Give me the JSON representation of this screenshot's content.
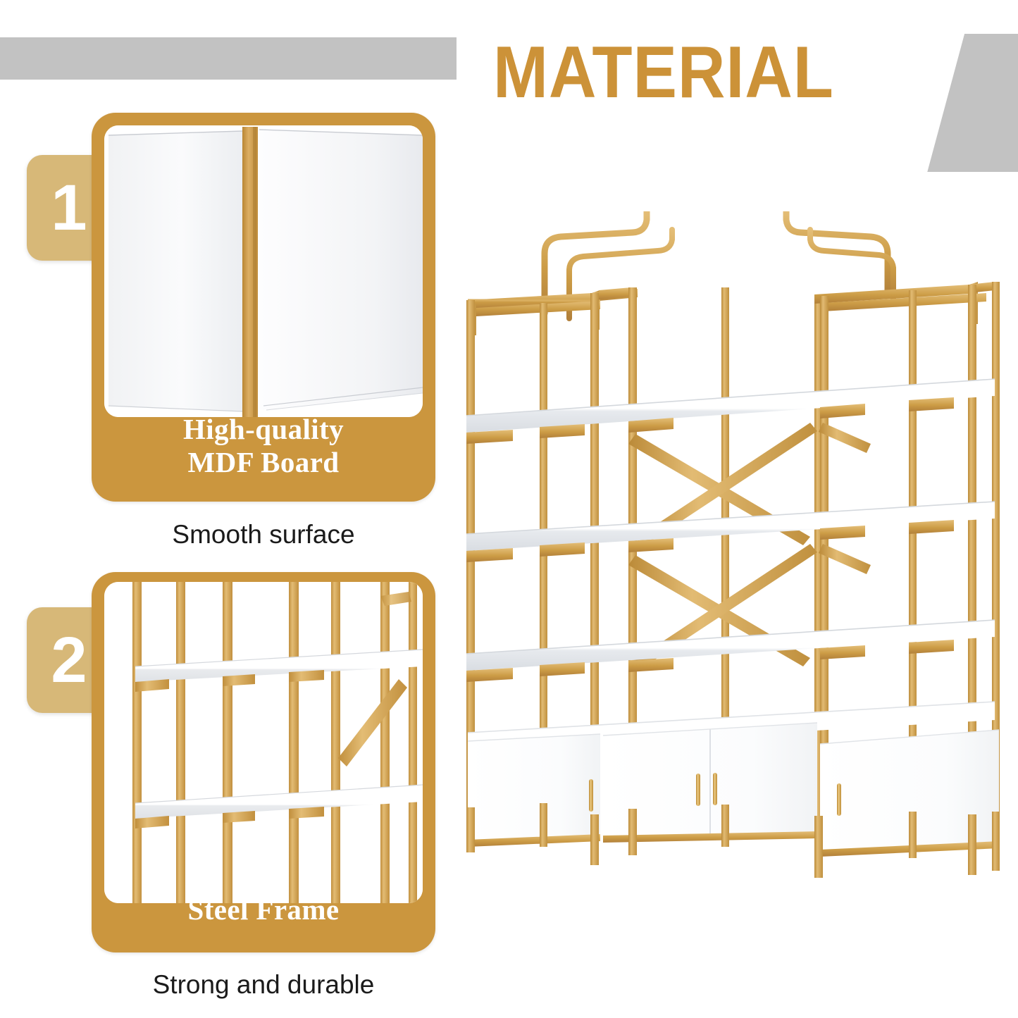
{
  "header": {
    "title": "MATERIAL",
    "accent_color": "#cc9238",
    "gray_color": "#c2c2c2",
    "decor_bar": "gray-bar",
    "decor_wedge": "gray-wedge"
  },
  "palette": {
    "gold": "#cb963e",
    "gold_light": "#d7b878",
    "gold_metal": "#d2a14f",
    "gold_metal_dark": "#b2803a",
    "white_panel": "#fdfdfd",
    "text_dark": "#1b1b1b",
    "gray": "#c2c2c2"
  },
  "features": [
    {
      "number": "1",
      "caption_line1": "High-quality",
      "caption_line2": "MDF Board",
      "subtitle": "Smooth surface",
      "photo_alt": "white-mdf-board-panels"
    },
    {
      "number": "2",
      "caption_line1": "Steel Frame",
      "caption_line2": "",
      "subtitle": "Strong and durable",
      "photo_alt": "gold-steel-frame-shelf"
    }
  ],
  "product": {
    "name": "gold-and-white-etagere-bookshelf-wall-unit",
    "frame_color": "#d2a14f",
    "shelf_color": "#ffffff",
    "towers": 3,
    "shelves_per_tower": 4,
    "cabinet_doors": 4,
    "handle_style": "vertical-gold-bar",
    "crown_style": "pagoda-curve"
  }
}
